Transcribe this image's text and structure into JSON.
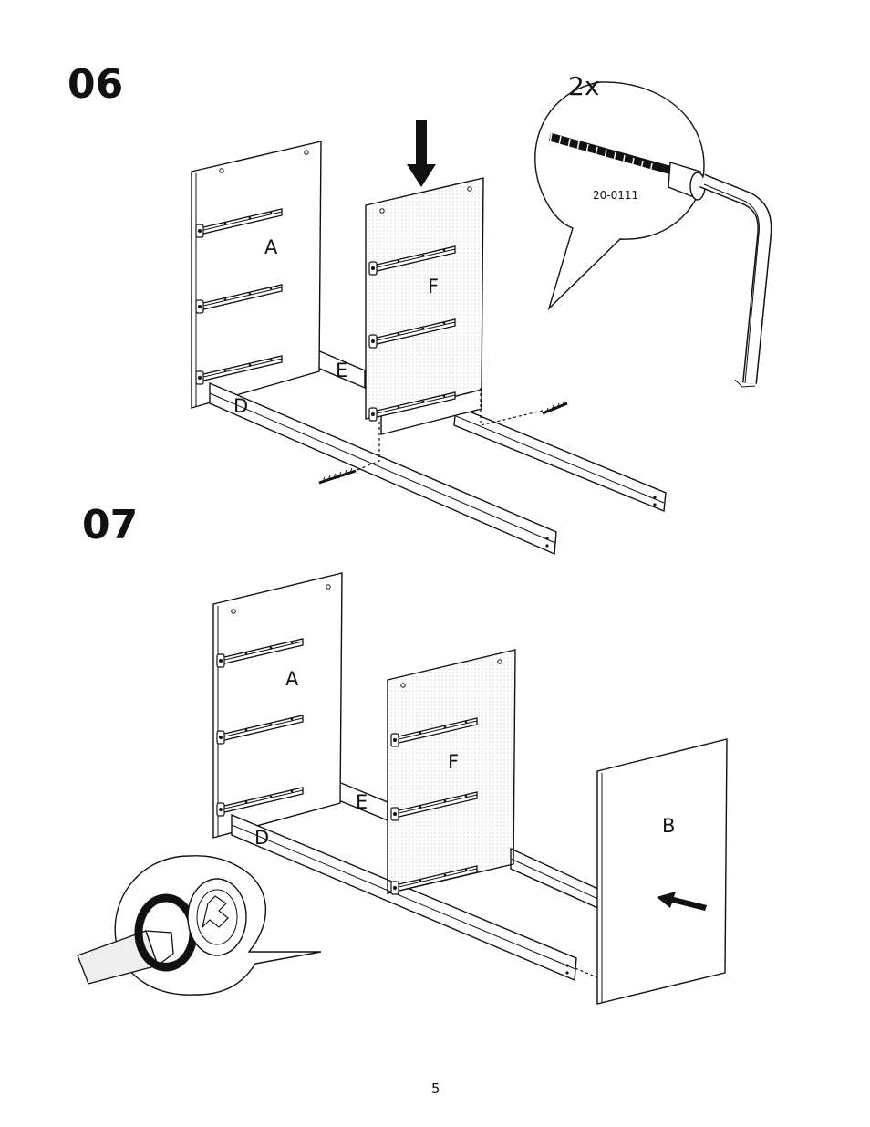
{
  "page": {
    "number": "5"
  },
  "steps": [
    {
      "number": "06",
      "parts": {
        "a": "A",
        "f": "F",
        "e": "E",
        "d": "D"
      },
      "callout": {
        "quantity": "2x",
        "part_code": "20-0111"
      }
    },
    {
      "number": "07",
      "parts": {
        "a": "A",
        "f": "F",
        "e": "E",
        "d": "D",
        "b": "B"
      }
    }
  ]
}
